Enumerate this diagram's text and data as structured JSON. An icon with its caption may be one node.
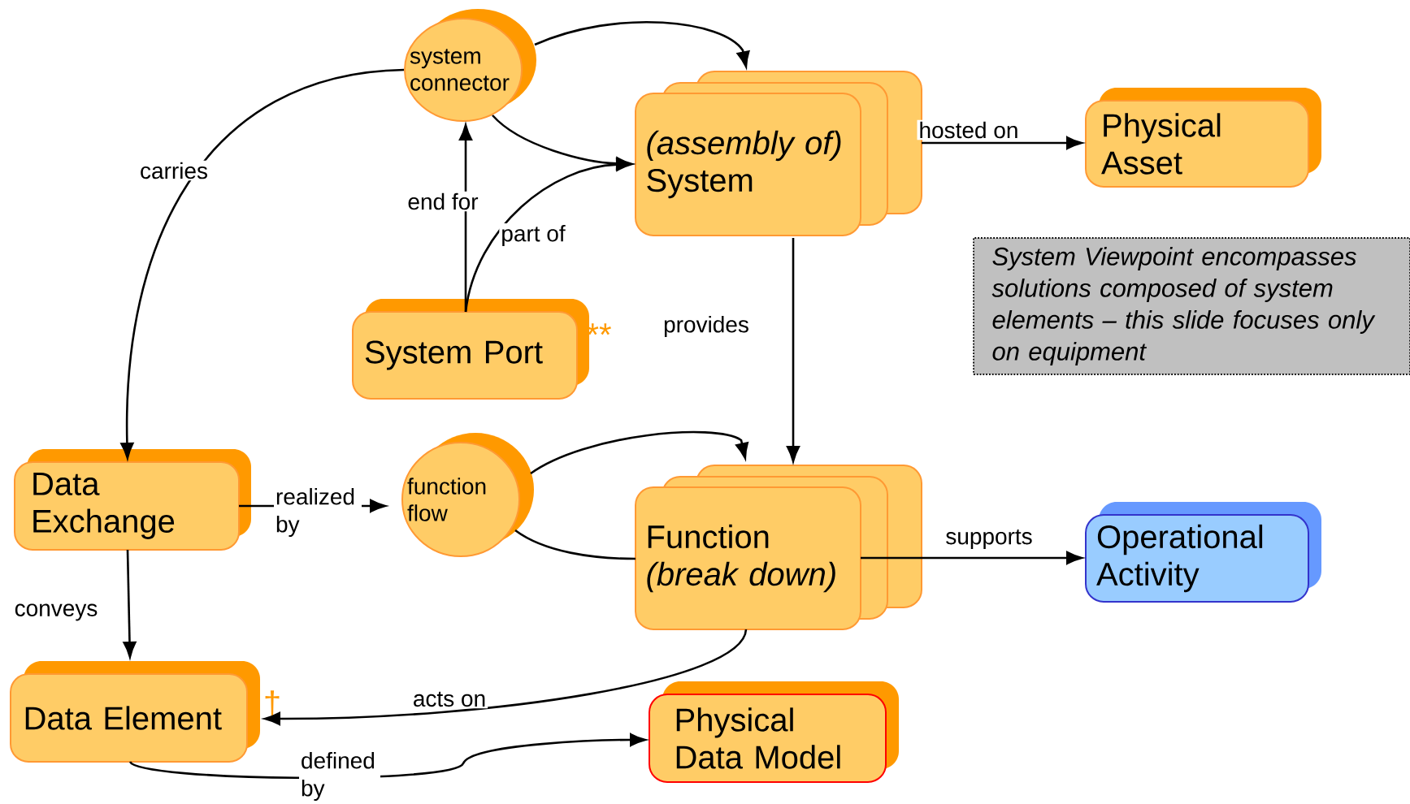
{
  "diagram": {
    "nodes": [
      {
        "text": [
          "system connector"
        ]
      },
      {
        "text": [
          "(assembly of)",
          "System"
        ]
      },
      {
        "text": [
          "Physical Asset"
        ]
      },
      {
        "text": [
          "System Viewpoint encompasses solutions composed of system elements – this slide focuses only on equipment"
        ]
      },
      {
        "text": [
          "System Port"
        ],
        "beside": [
          "**"
        ]
      },
      {
        "text": [
          "Data Exchange"
        ]
      },
      {
        "text": [
          "function flow"
        ]
      },
      {
        "text": [
          "Function",
          "(break down)"
        ]
      },
      {
        "text": [
          "Operational Activity"
        ]
      },
      {
        "text": [
          "Data Element"
        ],
        "beside": [
          "†"
        ]
      },
      {
        "text": [
          "Physical Data Model"
        ]
      }
    ],
    "edges": [
      {
        "from": 0,
        "to": 1,
        "arrow": "to"
      },
      {
        "from": 0,
        "to": 1,
        "arrow": "to"
      },
      {
        "from": 4,
        "to": 1,
        "arrow": "to",
        "label": "part of"
      },
      {
        "from": 4,
        "to": 0,
        "arrow": "to",
        "label": "end for"
      },
      {
        "from": 0,
        "to": 5,
        "arrow": "to",
        "label": "carries"
      },
      {
        "from": 1,
        "to": 2,
        "arrow": "to",
        "label": "hosted on"
      },
      {
        "from": 1,
        "to": 7,
        "arrow": "to",
        "label": "provides"
      },
      {
        "from": 5,
        "to": 6,
        "arrow": "to",
        "label": "realized by"
      },
      {
        "from": 6,
        "to": 7,
        "arrow": "to"
      },
      {
        "from": 6,
        "to": 7,
        "arrow": "none"
      },
      {
        "from": 7,
        "to": 8,
        "arrow": "to",
        "label": "supports"
      },
      {
        "from": 5,
        "to": 9,
        "arrow": "to",
        "label": "conveys"
      },
      {
        "from": 7,
        "to": 9,
        "arrow": "to",
        "label": "acts on"
      },
      {
        "from": 9,
        "to": 10,
        "arrow": "to",
        "label": "defined by"
      }
    ]
  }
}
